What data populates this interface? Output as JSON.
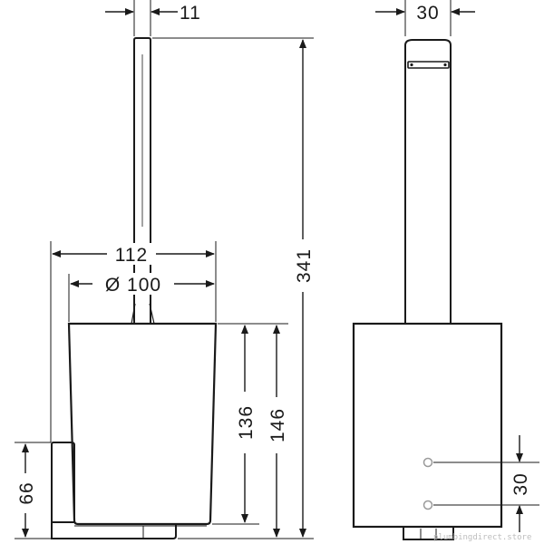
{
  "dimensions": {
    "brush_handle_width": "11",
    "overall_height": "341",
    "holder_width": "112",
    "cup_diameter": "Ø 100",
    "cup_height_inner": "136",
    "cup_height_outer": "146",
    "wall_mount_height": "66",
    "side_handle_width": "30",
    "screw_spacing": "30"
  },
  "watermark": "plumbingdirect.store",
  "colors": {
    "line": "#1a1a1a",
    "screw": "#9a9a9a",
    "watermark": "#bdbdbd"
  }
}
